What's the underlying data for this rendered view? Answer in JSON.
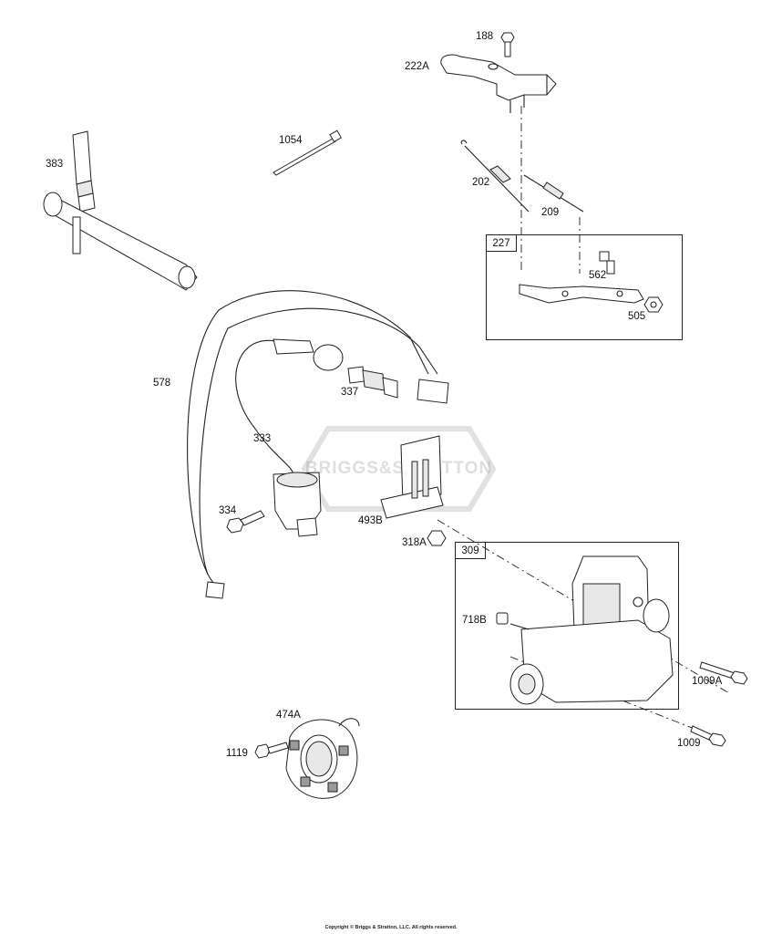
{
  "labels": {
    "p188": "188",
    "p222a": "222A",
    "p1054": "1054",
    "p383": "383",
    "p202": "202",
    "p209": "209",
    "p227": "227",
    "p562": "562",
    "p505": "505",
    "p578": "578",
    "p337": "337",
    "p333": "333",
    "p334": "334",
    "p493b": "493B",
    "p318a": "318A",
    "p309": "309",
    "p718b": "718B",
    "p1009a": "1009A",
    "p474a": "474A",
    "p1119": "1119",
    "p1009": "1009"
  },
  "watermark": "BRIGGS&STRATTON",
  "copyright": "Copyright © Briggs & Stratton, LLC. All rights reserved.",
  "colors": {
    "line": "#222222",
    "shade": "#e8e8e8",
    "dark": "#9a9a9a"
  }
}
